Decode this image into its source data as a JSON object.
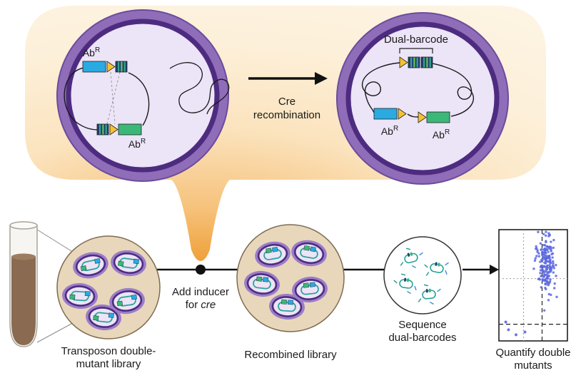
{
  "title": "Cre recombination dual-barcode library workflow",
  "top": {
    "abr": {
      "base": "Ab",
      "sup": "R"
    },
    "arrow_label_line1": "Cre",
    "arrow_label_line2": "recombination",
    "dual_barcode_label": "Dual-barcode"
  },
  "bottom": {
    "step1_line1": "Transposon double-",
    "step1_line2": "mutant library",
    "inducer_line1": "Add inducer",
    "inducer_line2_prefix": "for ",
    "inducer_line2_italic": "cre",
    "step2": "Recombined library",
    "step3_line1": "Sequence",
    "step3_line2": "dual-barcodes",
    "step4_line1": "Quantify double",
    "step4_line2": "mutants"
  },
  "colors": {
    "cell_band_purple": "#8f6db8",
    "cell_ring_purple": "#4d2c80",
    "cell_interior": "#ece4f7",
    "marker_blue": "#29abe2",
    "marker_green": "#3bb878",
    "lox_yellow": "#f5c332",
    "barcode_navy": "#1e3f71",
    "plasmid_teal": "#2aa198",
    "dish_tan": "#e8d7ba",
    "dish_edge": "#7d6c52",
    "blob_orange": "#efa03a",
    "scatter_dot": "#5b67e0",
    "tube_liquid": "#8a6a50"
  },
  "chart_data": {
    "type": "scatter",
    "title": "",
    "xlabel": "",
    "ylabel": "",
    "xlim": [
      0,
      1
    ],
    "ylim": [
      0,
      1
    ],
    "grid": "dotted gray crosshair plus black dashed threshold lines",
    "legend": "none",
    "point_color": "#5b67e0",
    "reference_lines": {
      "dashed_vertical_x": 0.63,
      "dashed_horizontal_y": 0.15,
      "dotted_vertical_x": 0.36,
      "dotted_horizontal_y": 0.56
    },
    "clusters": [
      {
        "name": "double-mutant-fitness-cloud",
        "cx": 0.7,
        "cy": 0.7,
        "sx": 0.055,
        "sy": 0.13,
        "n": 150
      },
      {
        "name": "upper-spray",
        "cx": 0.63,
        "cy": 0.8,
        "sx": 0.09,
        "sy": 0.09,
        "n": 25
      }
    ],
    "outliers": [
      [
        0.14,
        0.1
      ],
      [
        0.25,
        0.055
      ],
      [
        0.1,
        0.17
      ],
      [
        0.38,
        0.08
      ]
    ],
    "seed": 42
  }
}
